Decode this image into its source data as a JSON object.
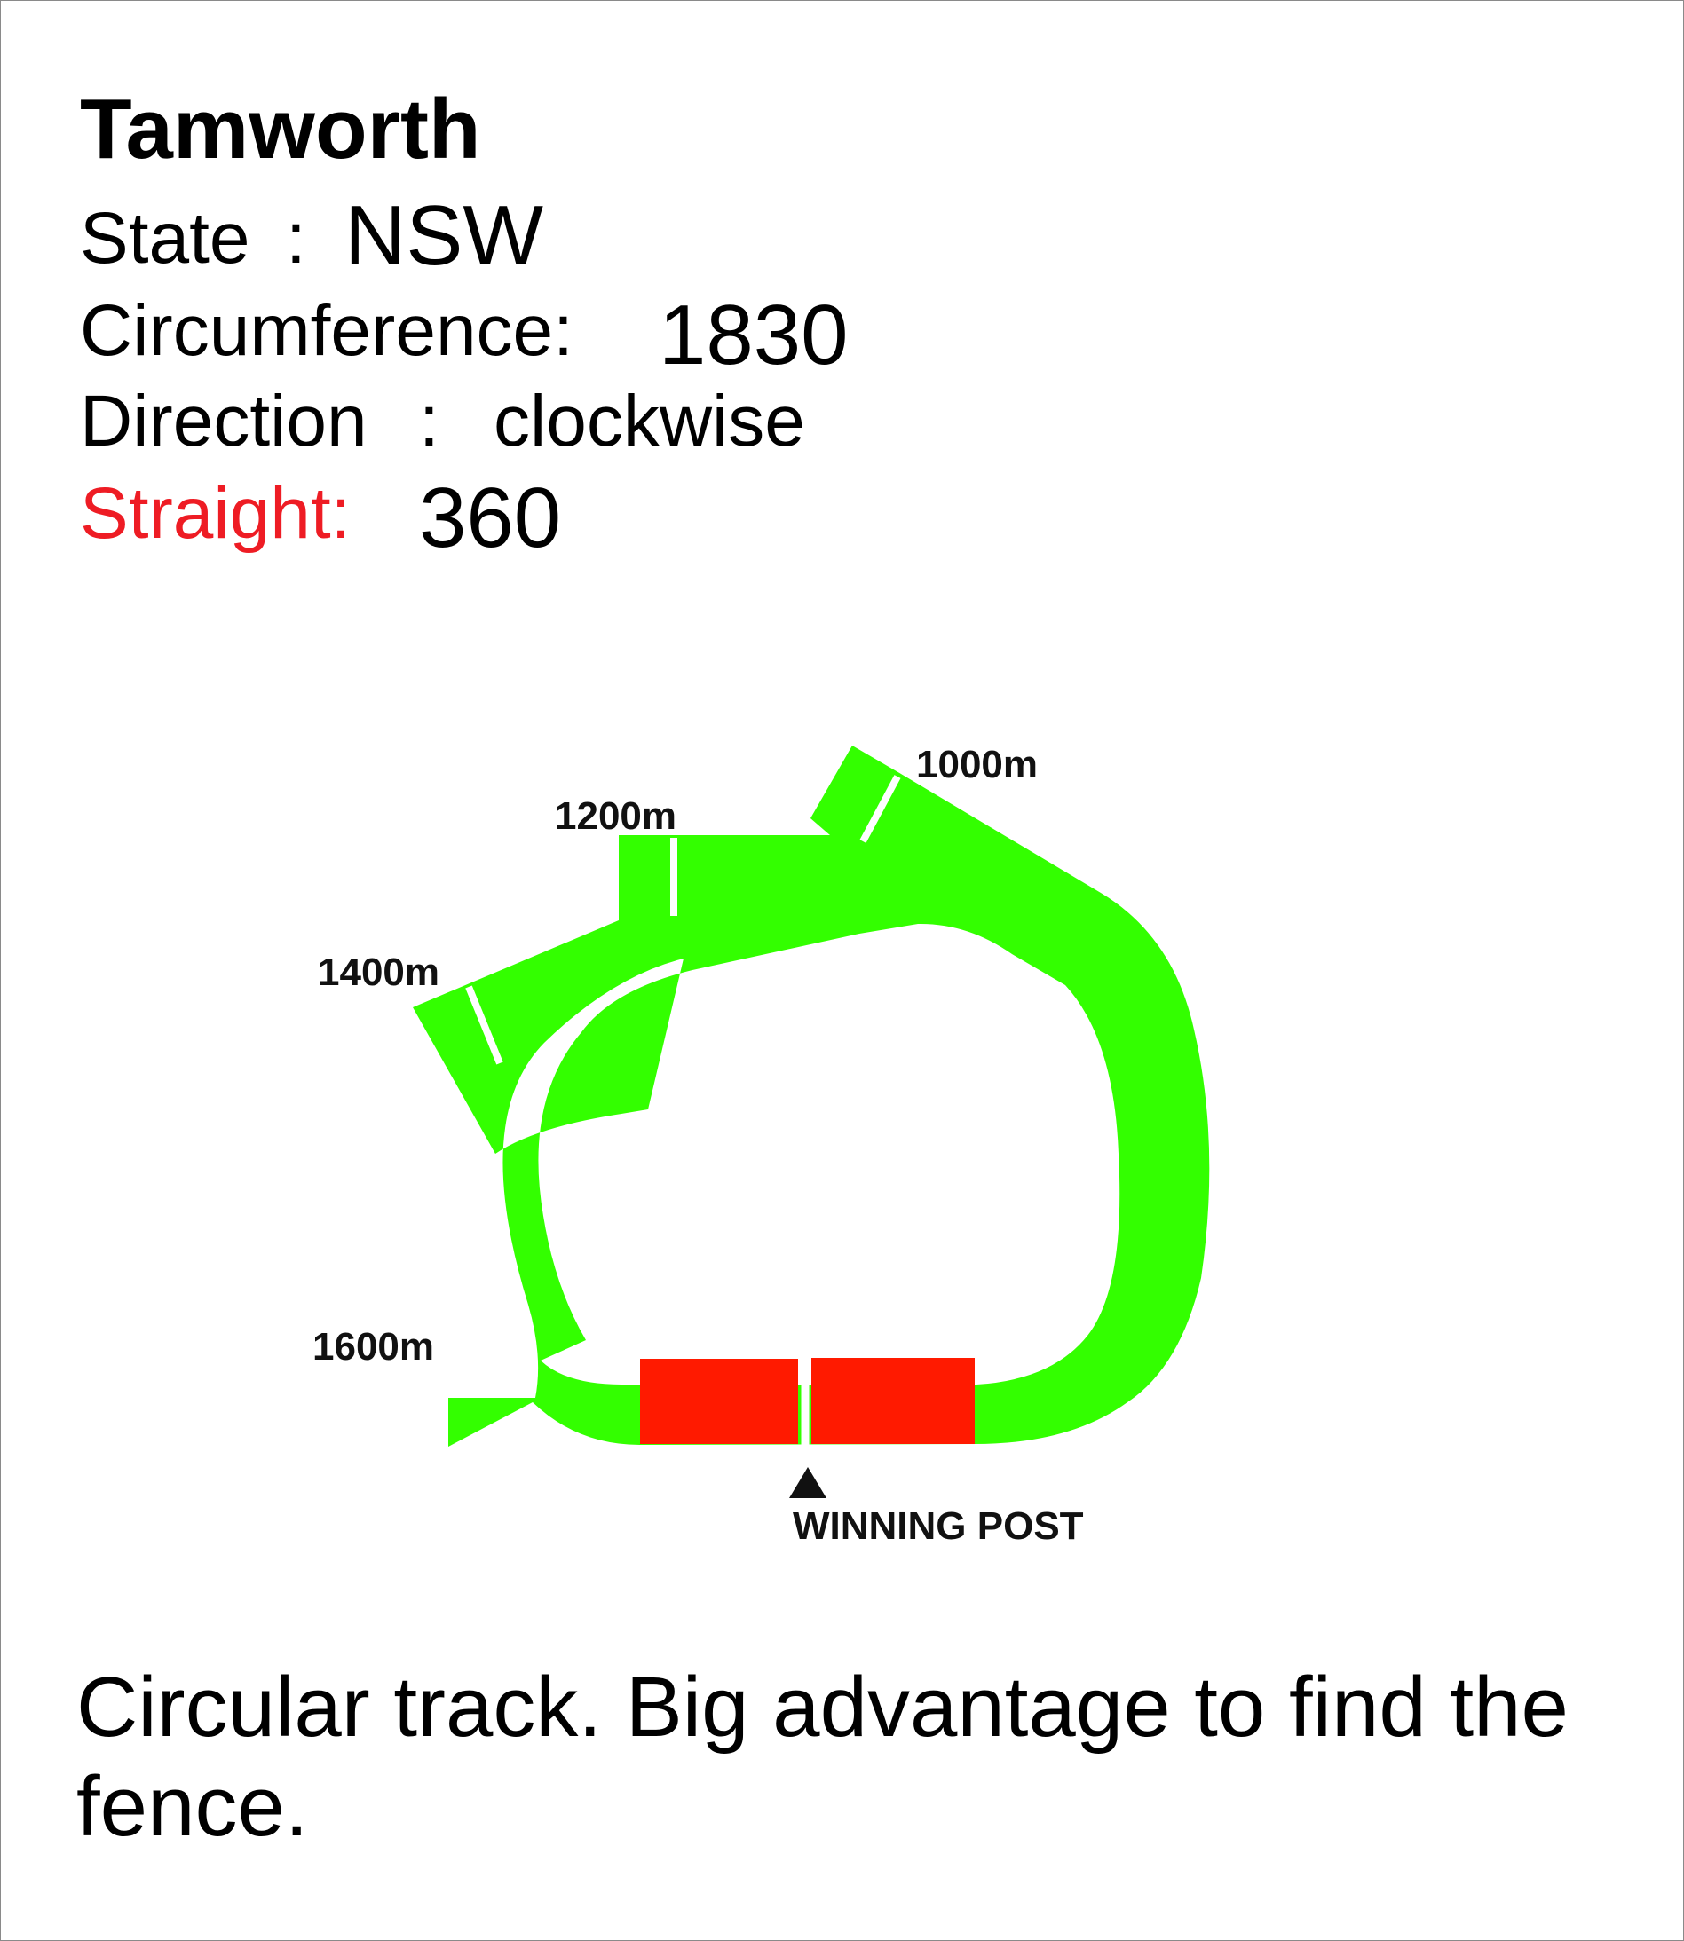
{
  "track": {
    "name": "Tamworth",
    "state_label": "State",
    "state_value": "NSW",
    "circumference_label": "Circumference:",
    "circumference_value": "1830",
    "direction_label": "Direction",
    "direction_value": "clockwise",
    "straight_label": "Straight:",
    "straight_value": "360",
    "colon": ":"
  },
  "diagram": {
    "markers": [
      "1000m",
      "1200m",
      "1400m",
      "1600m"
    ],
    "winning_post": "WINNING POST",
    "colors": {
      "track": "#33ff00",
      "straight": "#ff1a00",
      "rail": "#ffffff",
      "text": "#111111"
    }
  },
  "description": "Circular track. Big advantage to find the fence."
}
